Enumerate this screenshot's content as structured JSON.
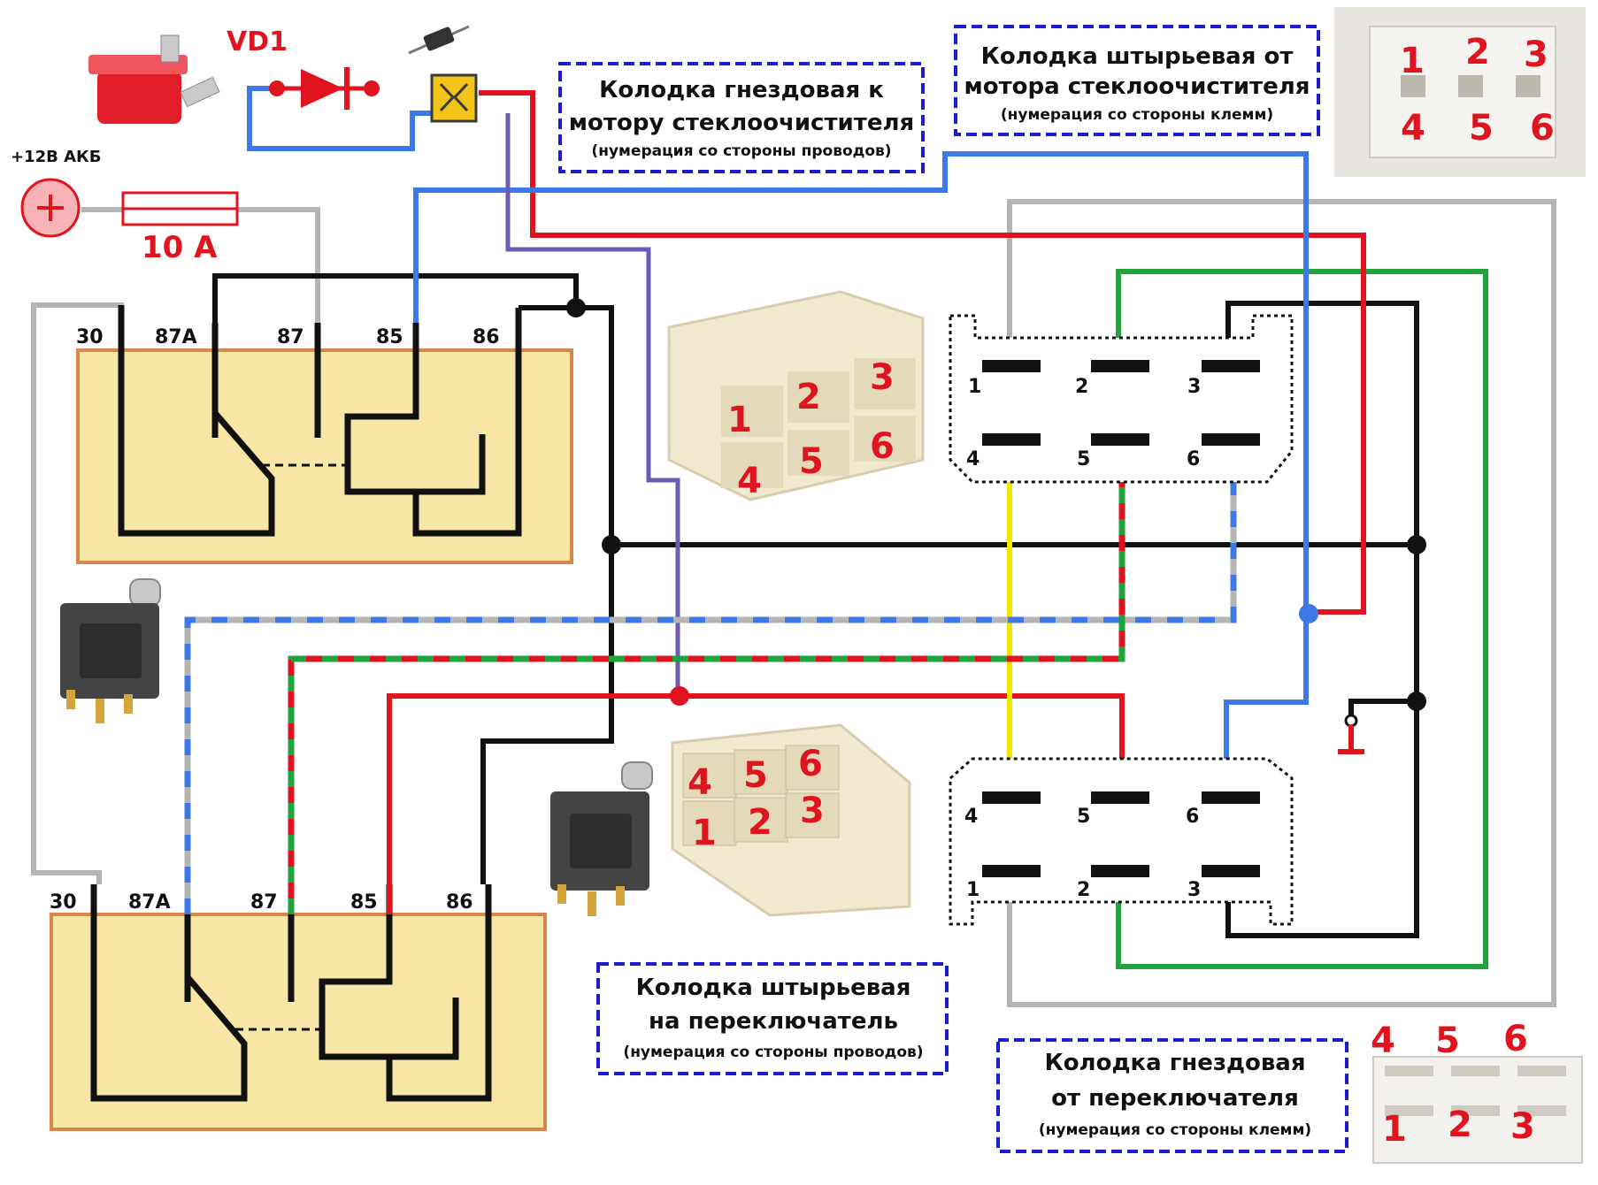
{
  "power": {
    "label": "+12В АКБ",
    "fuse": "10 А",
    "diode": "VD1"
  },
  "relay_pins": [
    "30",
    "87A",
    "87",
    "85",
    "86"
  ],
  "boxes": {
    "motor_socket": {
      "line1": "Колодка гнездовая к",
      "line2": "мотору стеклоочистителя",
      "sub": "(нумерация со стороны проводов)"
    },
    "motor_plug": {
      "line1": "Колодка штырьевая от",
      "line2": "мотора стеклоочистителя",
      "sub": "(нумерация со стороны клемм)"
    },
    "switch_plug": {
      "line1": "Колодка штырьевая",
      "line2": "на переключатель",
      "sub": "(нумерация со стороны проводов)"
    },
    "switch_socket": {
      "line1": "Колодка гнездовая",
      "line2": "от переключателя",
      "sub": "(нумерация со стороны клемм)"
    }
  },
  "connector_top": [
    "1",
    "2",
    "3",
    "4",
    "5",
    "6"
  ],
  "connector_bottom": [
    "4",
    "5",
    "6",
    "1",
    "2",
    "3"
  ],
  "photo_numbers": {
    "motor_socket_photo": [
      "1",
      "2",
      "3",
      "4",
      "5",
      "6"
    ],
    "switch_plug_photo": [
      "4",
      "5",
      "6",
      "1",
      "2",
      "3"
    ],
    "motor_plug_photo": [
      "1",
      "2",
      "3",
      "4",
      "5",
      "6"
    ],
    "switch_socket_photo": [
      "4",
      "5",
      "6",
      "1",
      "2",
      "3"
    ]
  },
  "colors": {
    "red": "#e0141e",
    "blue": "#3c78e6",
    "green": "#1fa33a",
    "yellow": "#f2e600",
    "grey": "#b4b4b4",
    "black": "#111111",
    "purple": "#6e5ab4",
    "relay_fill": "#f7e6a6",
    "relay_border": "#d9864a",
    "box_border": "#1c1ccc"
  }
}
